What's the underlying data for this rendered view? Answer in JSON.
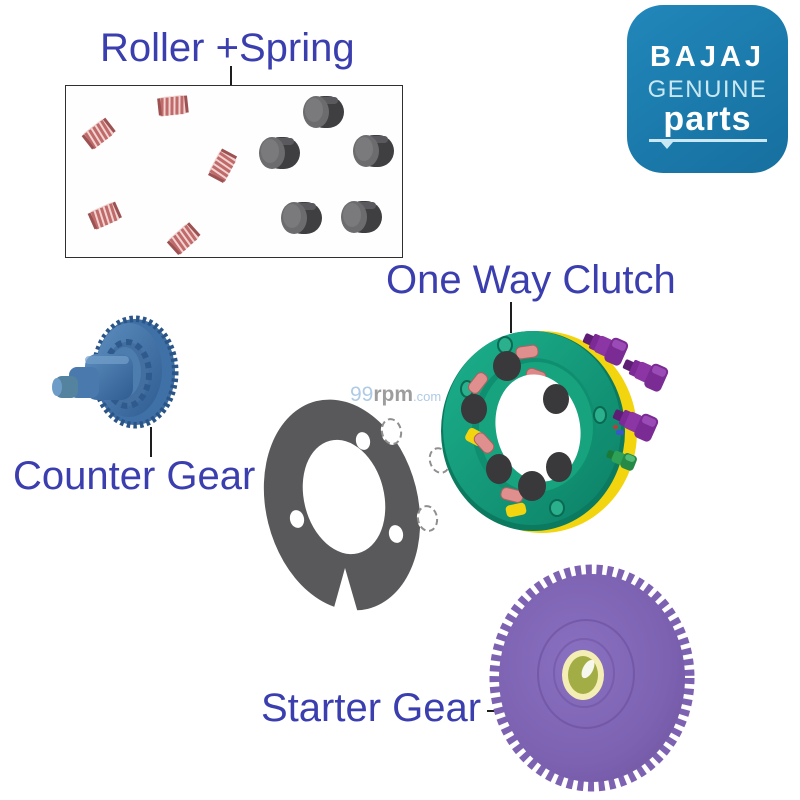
{
  "labels": {
    "roller_spring": "Roller +Spring",
    "one_way_clutch": "One Way Clutch",
    "counter_gear": "Counter Gear",
    "starter_gear": "Starter Gear"
  },
  "logo": {
    "brand": "BAJAJ",
    "line2": "GENUINE",
    "line3": "parts",
    "bg_color": "#1b7aac",
    "text_color": "#ffffff",
    "accent_color": "#c9e8f3"
  },
  "watermark": {
    "prefix": "99",
    "mid": "rpm",
    "suffix": ".com"
  },
  "label_color": "#3b3eae",
  "parts": {
    "roller_spring_box": {
      "spring_count": 5,
      "roller_count": 5,
      "spring_color": "#e0a0a0",
      "roller_color": "#3f3e41"
    },
    "one_way_clutch": {
      "face_color": "#14a07c",
      "rim_color": "#f2d50e",
      "roller_color": "#39383b",
      "spring_color": "#e08f8f"
    },
    "bolts": {
      "purple_count": 3,
      "green_count": 1,
      "purple_color": "#8c35a5",
      "green_color": "#2fa156"
    },
    "counter_gear": {
      "color": "#4273a9"
    },
    "gasket": {
      "color": "#59595b",
      "hole_count": 3,
      "washer_count": 3
    },
    "starter_gear": {
      "color": "#7d62b2",
      "hub_color": "#a3ad45"
    }
  }
}
